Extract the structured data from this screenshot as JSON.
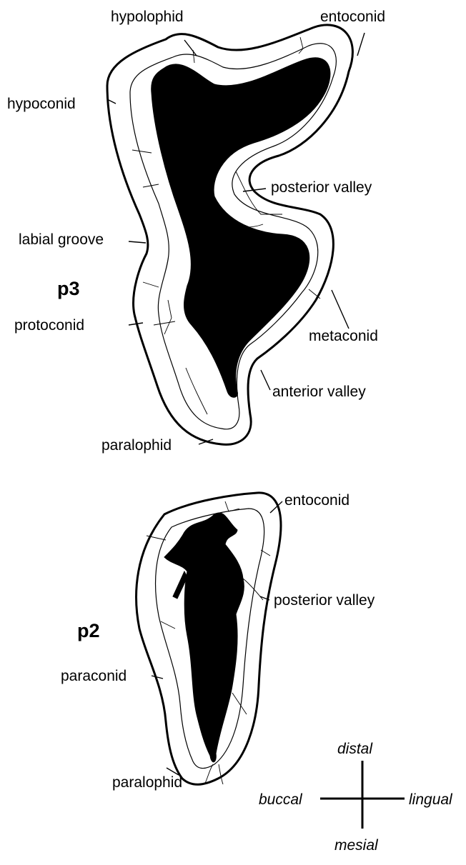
{
  "p3": {
    "label": "p3",
    "parts": {
      "hypolophid": "hypolophid",
      "entoconid": "entoconid",
      "hypoconid": "hypoconid",
      "posterior_valley": "posterior valley",
      "labial_groove": "labial groove",
      "protoconid": "protoconid",
      "metaconid": "metaconid",
      "anterior_valley": "anterior valley",
      "paralophid": "paralophid"
    }
  },
  "p2": {
    "label": "p2",
    "parts": {
      "entoconid": "entoconid",
      "posterior_valley": "posterior valley",
      "paraconid": "paraconid",
      "paralophid": "paralophid"
    }
  },
  "orientation": {
    "distal": "distal",
    "mesial": "mesial",
    "buccal": "buccal",
    "lingual": "lingual"
  }
}
